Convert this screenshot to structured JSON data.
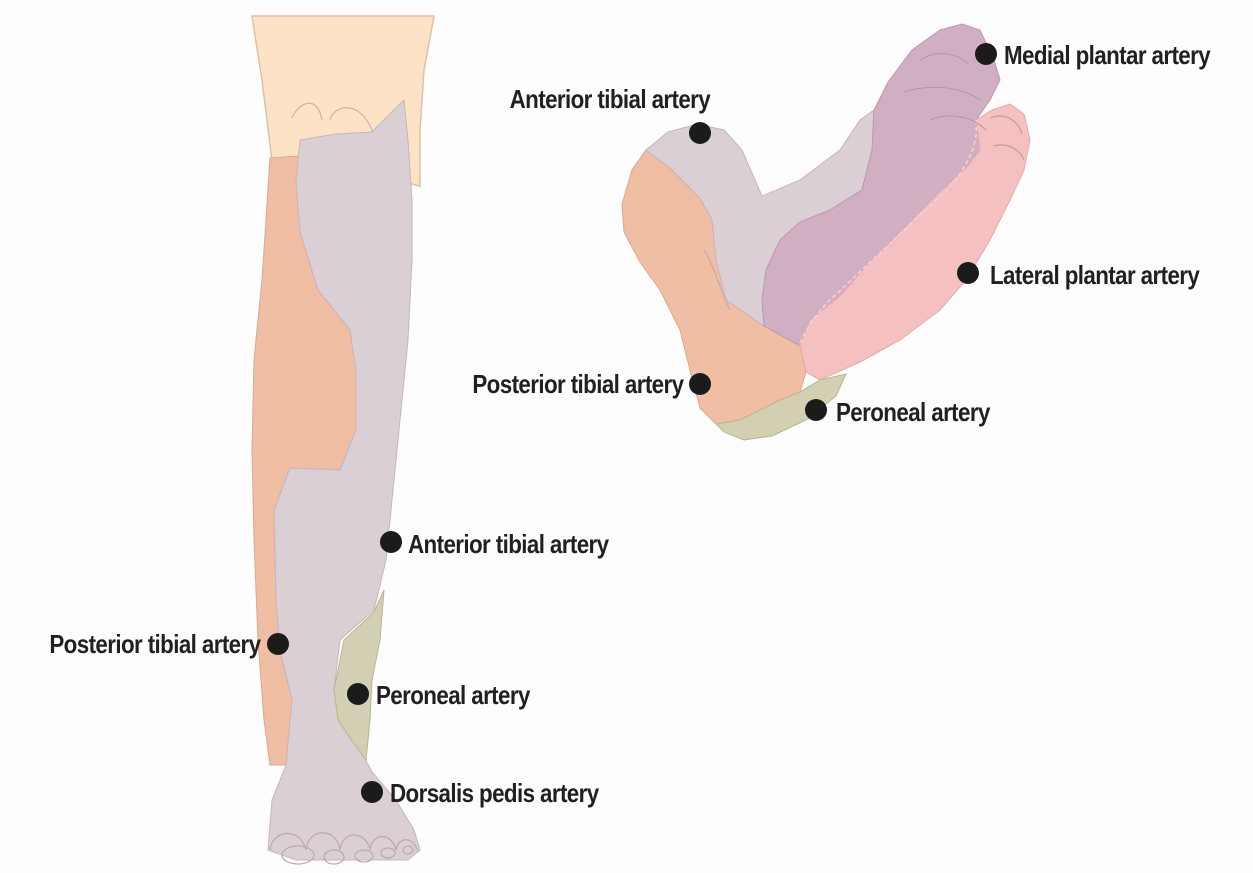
{
  "colors": {
    "anterior_tibial": "#d9cfd4",
    "posterior_tibial": "#f0bea3",
    "peroneal": "#d2cfb2",
    "medial_plantar": "#d1afc2",
    "lateral_plantar": "#f5c1c0",
    "thigh": "#fde3c6",
    "outline": "#c9a08a",
    "dot": "#1b1b1b",
    "text": "#231f20"
  },
  "leg_view": {
    "labels": {
      "anterior_tibial": "Anterior tibial artery",
      "posterior_tibial": "Posterior tibial artery",
      "peroneal": "Peroneal artery",
      "dorsalis_pedis": "Dorsalis pedis artery"
    }
  },
  "sole_view": {
    "labels": {
      "medial_plantar": "Medial plantar artery",
      "anterior_tibial": "Anterior tibial artery",
      "lateral_plantar": "Lateral plantar artery",
      "posterior_tibial": "Posterior tibial artery",
      "peroneal": "Peroneal artery"
    }
  }
}
